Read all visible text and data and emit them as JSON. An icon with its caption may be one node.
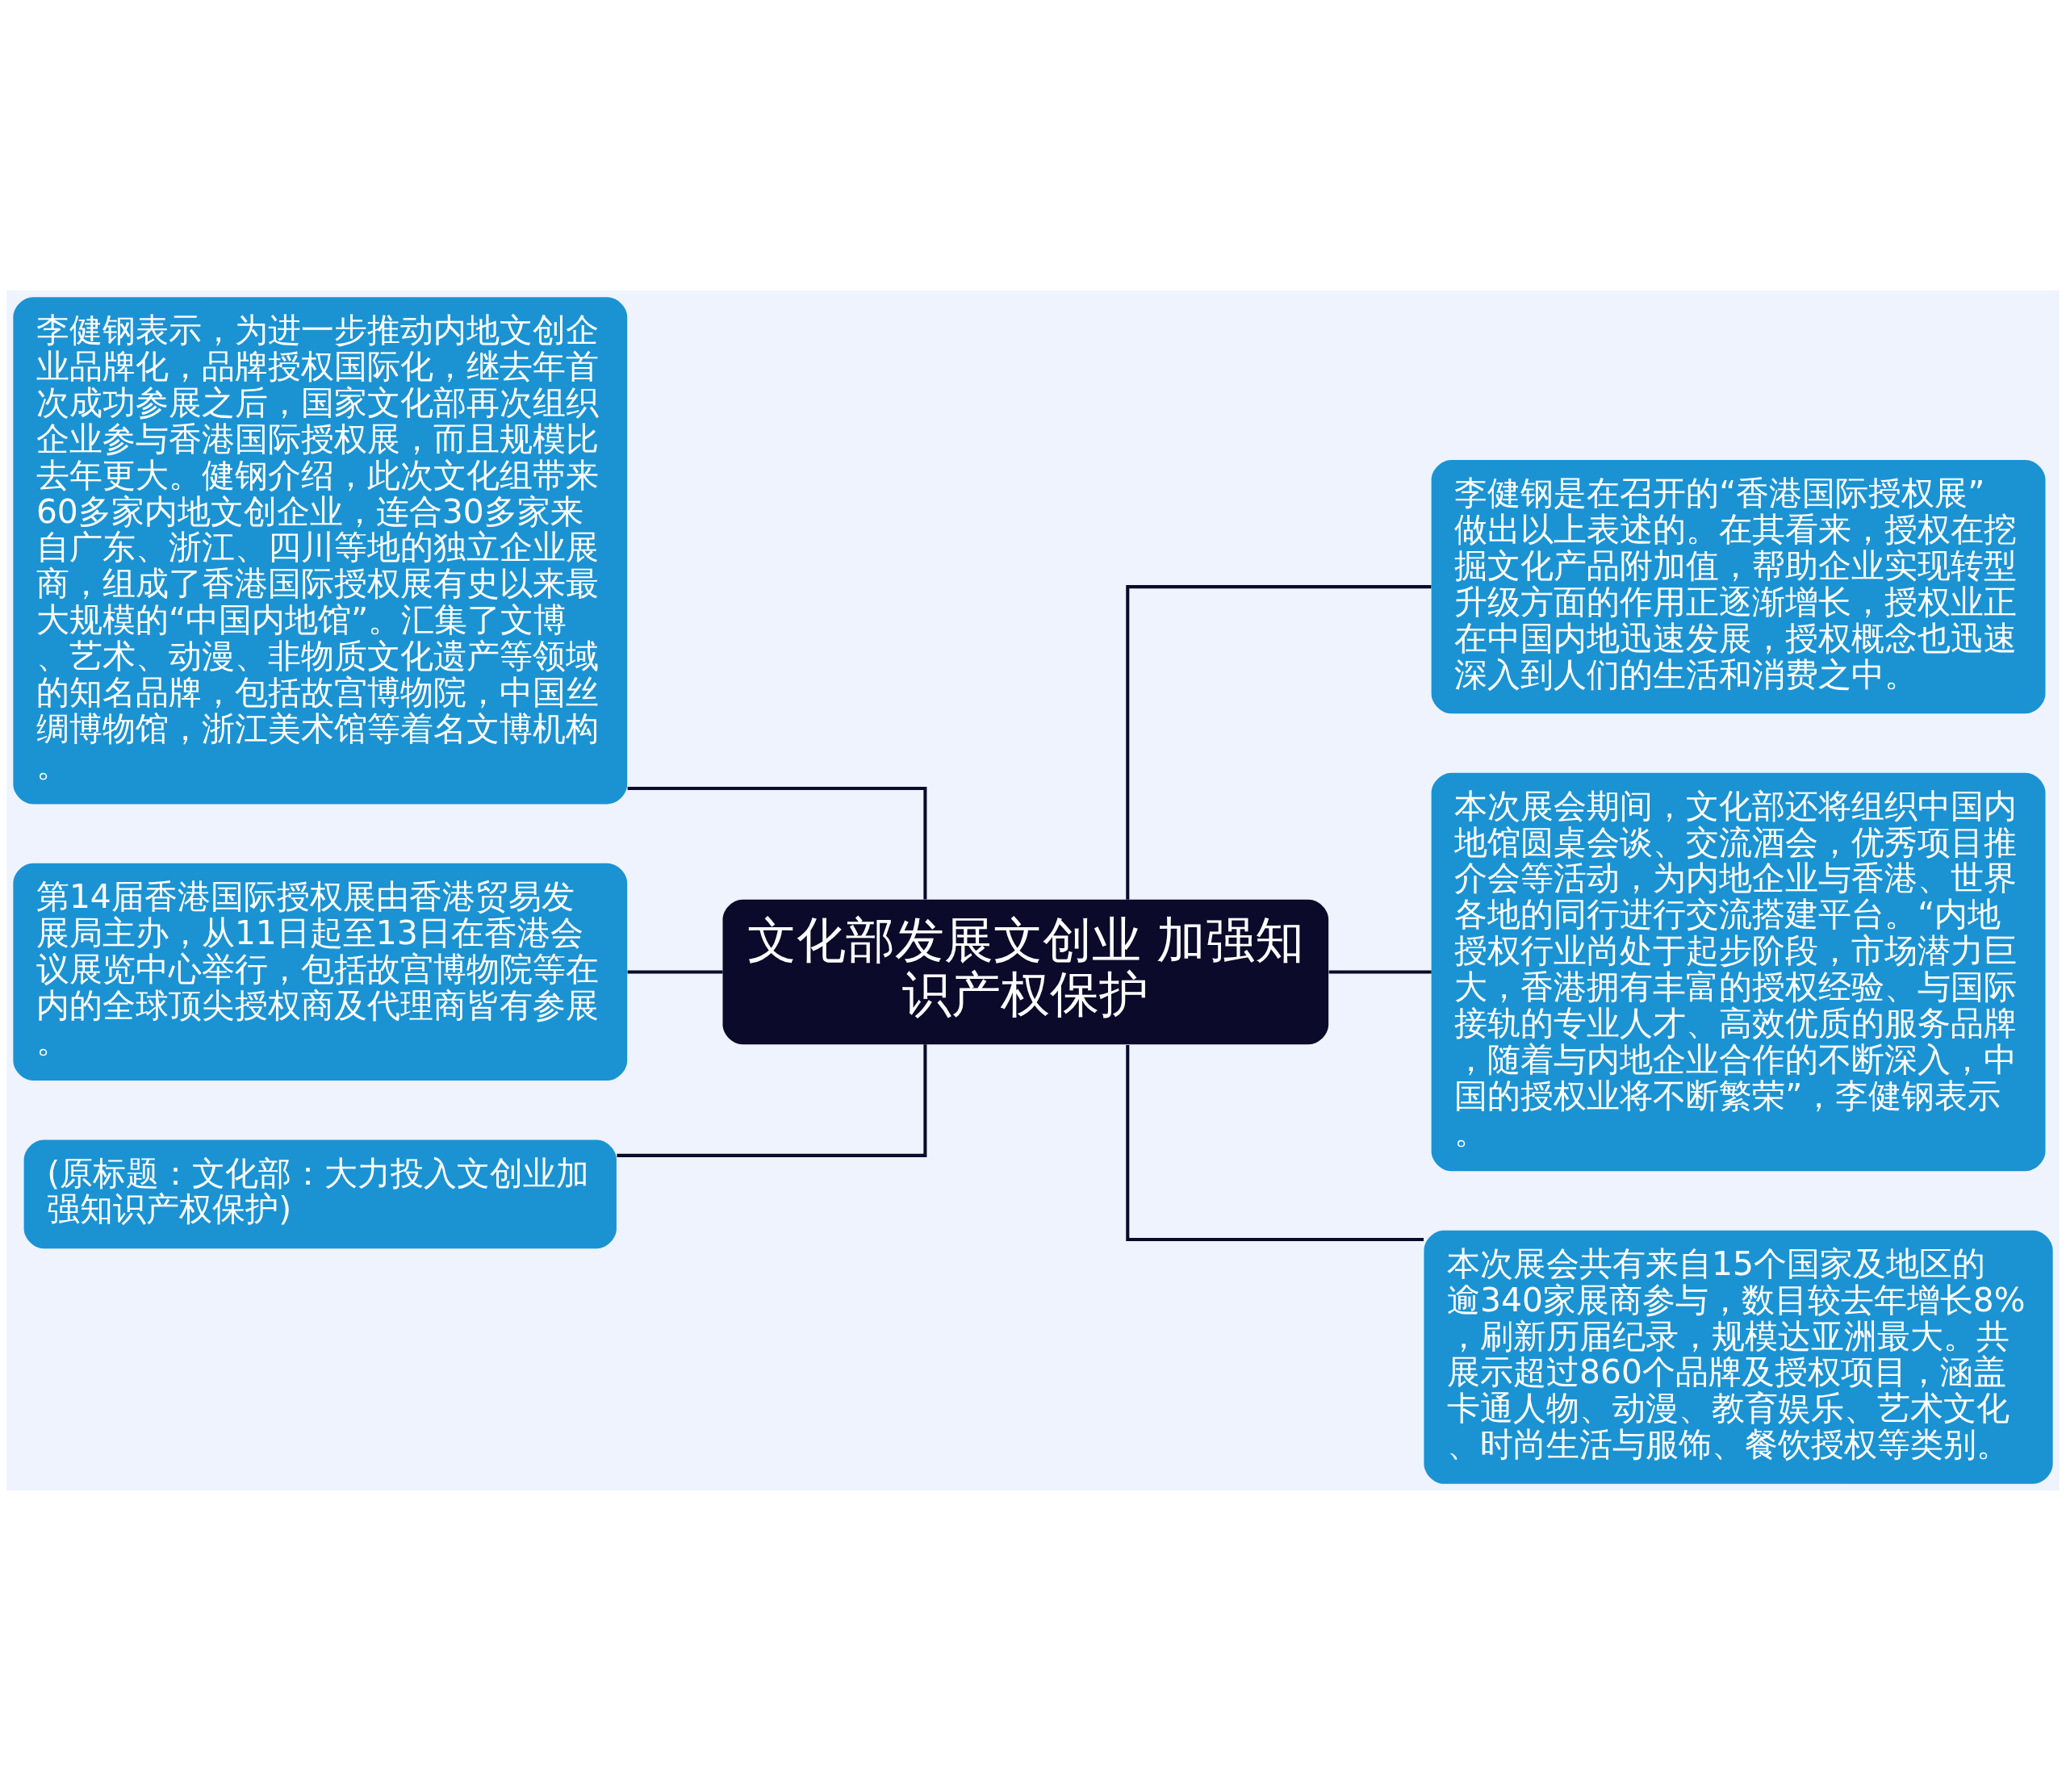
{
  "diagram": {
    "nodes": [
      {
        "text": [
          "文化部发展文创业 加强知识产权保护"
        ]
      },
      {
        "text": [
          "李健钢表示，为进一步推动内地文创企业品牌化，品牌授权国际化，继去年首次成功参展之后，国家文化部再次组织企业参与香港国际授权展，而且规模比去年更大。健钢介绍，此次文化组带来60多家内地文创企业，连合30多家来自广东、浙江、四川等地的独立企业展商，组成了香港国际授权展有史以来最大规模的“中国内地馆”。汇集了文博、艺术、动漫、非物质文化遗产等领域的知名品牌，包括故宫博物院，中国丝绸博物馆，浙江美术馆等着名文博机构。"
        ]
      },
      {
        "text": [
          "第14届香港国际授权展由香港贸易发展局主办，从11日起至13日在香港会议展览中心举行，包括故宫博物院等在内的全球顶尖授权商及代理商皆有参展。"
        ]
      },
      {
        "text": [
          "(原标题：文化部：大力投入文创业加强知识产权保护)"
        ]
      },
      {
        "text": [
          "李健钢是在召开的“香港国际授权展”做出以上表述的。在其看来，授权在挖掘文化产品附加值，帮助企业实现转型升级方面的作用正逐渐增长，授权业正在中国内地迅速发展，授权概念也迅速深入到人们的生活和消费之中。"
        ]
      },
      {
        "text": [
          "本次展会期间，文化部还将组织中国内地馆圆桌会谈、交流酒会，优秀项目推介会等活动，为内地企业与香港、世界各地的同行进行交流搭建平台。“内地授权行业尚处于起步阶段，市场潜力巨大，香港拥有丰富的授权经验、与国际接轨的专业人才、高效优质的服务品牌，随着与内地企业合作的不断深入，中国的授权业将不断繁荣”，李健钢表示。"
        ]
      },
      {
        "text": [
          "本次展会共有来自15个国家及地区的逾340家展商参与，数目较去年增长8%，刷新历届纪录，规模达亚洲最大。共展示超过860个品牌及授权项目，涵盖卡通人物、动漫、教育娱乐、艺术文化、时尚生活与服饰、餐饮授权等类别。"
        ]
      }
    ],
    "edges": [
      {
        "from": 0,
        "to": 1,
        "arrow": "none"
      },
      {
        "from": 0,
        "to": 2,
        "arrow": "none"
      },
      {
        "from": 0,
        "to": 3,
        "arrow": "none"
      },
      {
        "from": 0,
        "to": 4,
        "arrow": "none"
      },
      {
        "from": 0,
        "to": 5,
        "arrow": "none"
      },
      {
        "from": 0,
        "to": 6,
        "arrow": "none"
      }
    ]
  }
}
